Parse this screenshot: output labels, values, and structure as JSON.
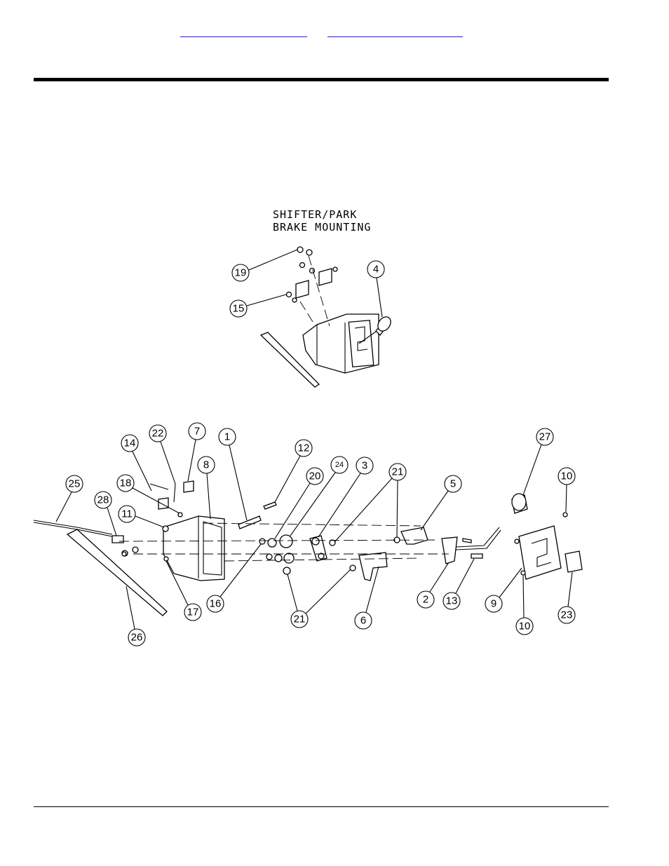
{
  "header": {
    "link_left": "",
    "link_right": ""
  },
  "diagram": {
    "inset_title_line1": "SHIFTER/PARK",
    "inset_title_line2": "BRAKE MOUNTING",
    "callouts": {
      "c19": "19",
      "c15": "15",
      "c4": "4",
      "c14": "14",
      "c22": "22",
      "c7": "7",
      "c1": "1",
      "c12": "12",
      "c8": "8",
      "c20": "20",
      "c24": "24",
      "c3": "3",
      "c21a": "21",
      "c5": "5",
      "c27": "27",
      "c10a": "10",
      "c25": "25",
      "c18": "18",
      "c28": "28",
      "c11": "11",
      "c17": "17",
      "c16": "16",
      "c21b": "21",
      "c6": "6",
      "c2": "2",
      "c13": "13",
      "c9": "9",
      "c10b": "10",
      "c23": "23",
      "c26": "26"
    }
  }
}
